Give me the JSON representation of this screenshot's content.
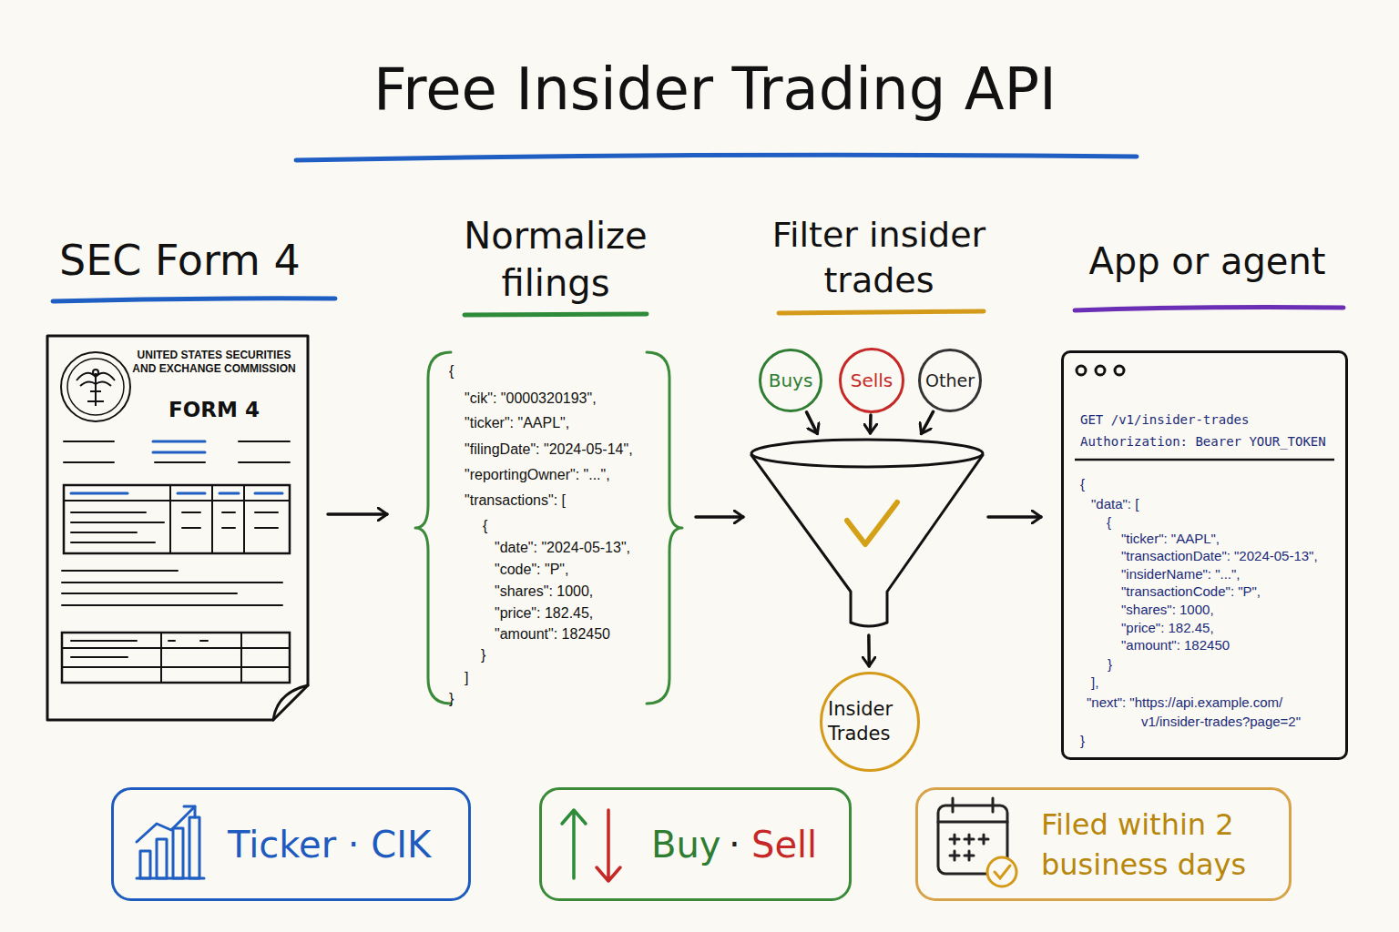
{
  "diagram": {
    "title": "Free Insider Trading API",
    "nodes": [
      {
        "text": [
          "SEC Form 4",
          "UNITED STATES SECURITIES AND EXCHANGE COMMISSION",
          "FORM 4"
        ]
      },
      {
        "text": [
          "Normalize filings",
          "{",
          "\"cik\": \"0000320193\",",
          "\"ticker\": \"AAPL\",",
          "\"filingDate\": \"2024-05-14\",",
          "\"reportingOwner\": \"...\",",
          "\"transactions\": [",
          "{",
          "\"date\": \"2024-05-13\",",
          "\"code\": \"P\",",
          "\"shares\": 1000,",
          "\"price\": 182.45,",
          "\"amount\": 182450",
          "}",
          "]",
          "}"
        ]
      },
      {
        "text": [
          "Buys"
        ]
      },
      {
        "text": [
          "Sells"
        ]
      },
      {
        "text": [
          "Other"
        ]
      },
      {
        "text": [
          "Filter insider trades"
        ]
      },
      {
        "text": [
          "Insider Trades"
        ]
      },
      {
        "text": [
          "App or agent",
          "GET /v1/insider-trades",
          "Authorization: Bearer YOUR_TOKEN",
          "{",
          "\"data\": [",
          "{",
          "\"ticker\": \"AAPL\",",
          "\"transactionDate\": \"2024-05-13\",",
          "\"insiderName\": \"...\",",
          "\"transactionCode\": \"P\",",
          "\"shares\": 1000,",
          "\"price\": 182.45,",
          "\"amount\": 182450",
          "}",
          "],",
          "\"next\": \"https://api.example.com/",
          "v1/insider-trades?page=2\"",
          "}"
        ]
      },
      {
        "text": [
          "Ticker · CIK"
        ]
      },
      {
        "text": [
          "Buy",
          "·",
          "Sell"
        ]
      },
      {
        "text": [
          "Filed within 2 business days"
        ]
      }
    ],
    "edges": [
      {
        "from": 0,
        "to": 1,
        "arrow": "to"
      },
      {
        "from": 1,
        "to": 5,
        "arrow": "to"
      },
      {
        "from": 2,
        "to": 5,
        "arrow": "to"
      },
      {
        "from": 3,
        "to": 5,
        "arrow": "to"
      },
      {
        "from": 4,
        "to": 5,
        "arrow": "to"
      },
      {
        "from": 5,
        "to": 6,
        "arrow": "to"
      },
      {
        "from": 5,
        "to": 7,
        "arrow": "to"
      }
    ]
  }
}
